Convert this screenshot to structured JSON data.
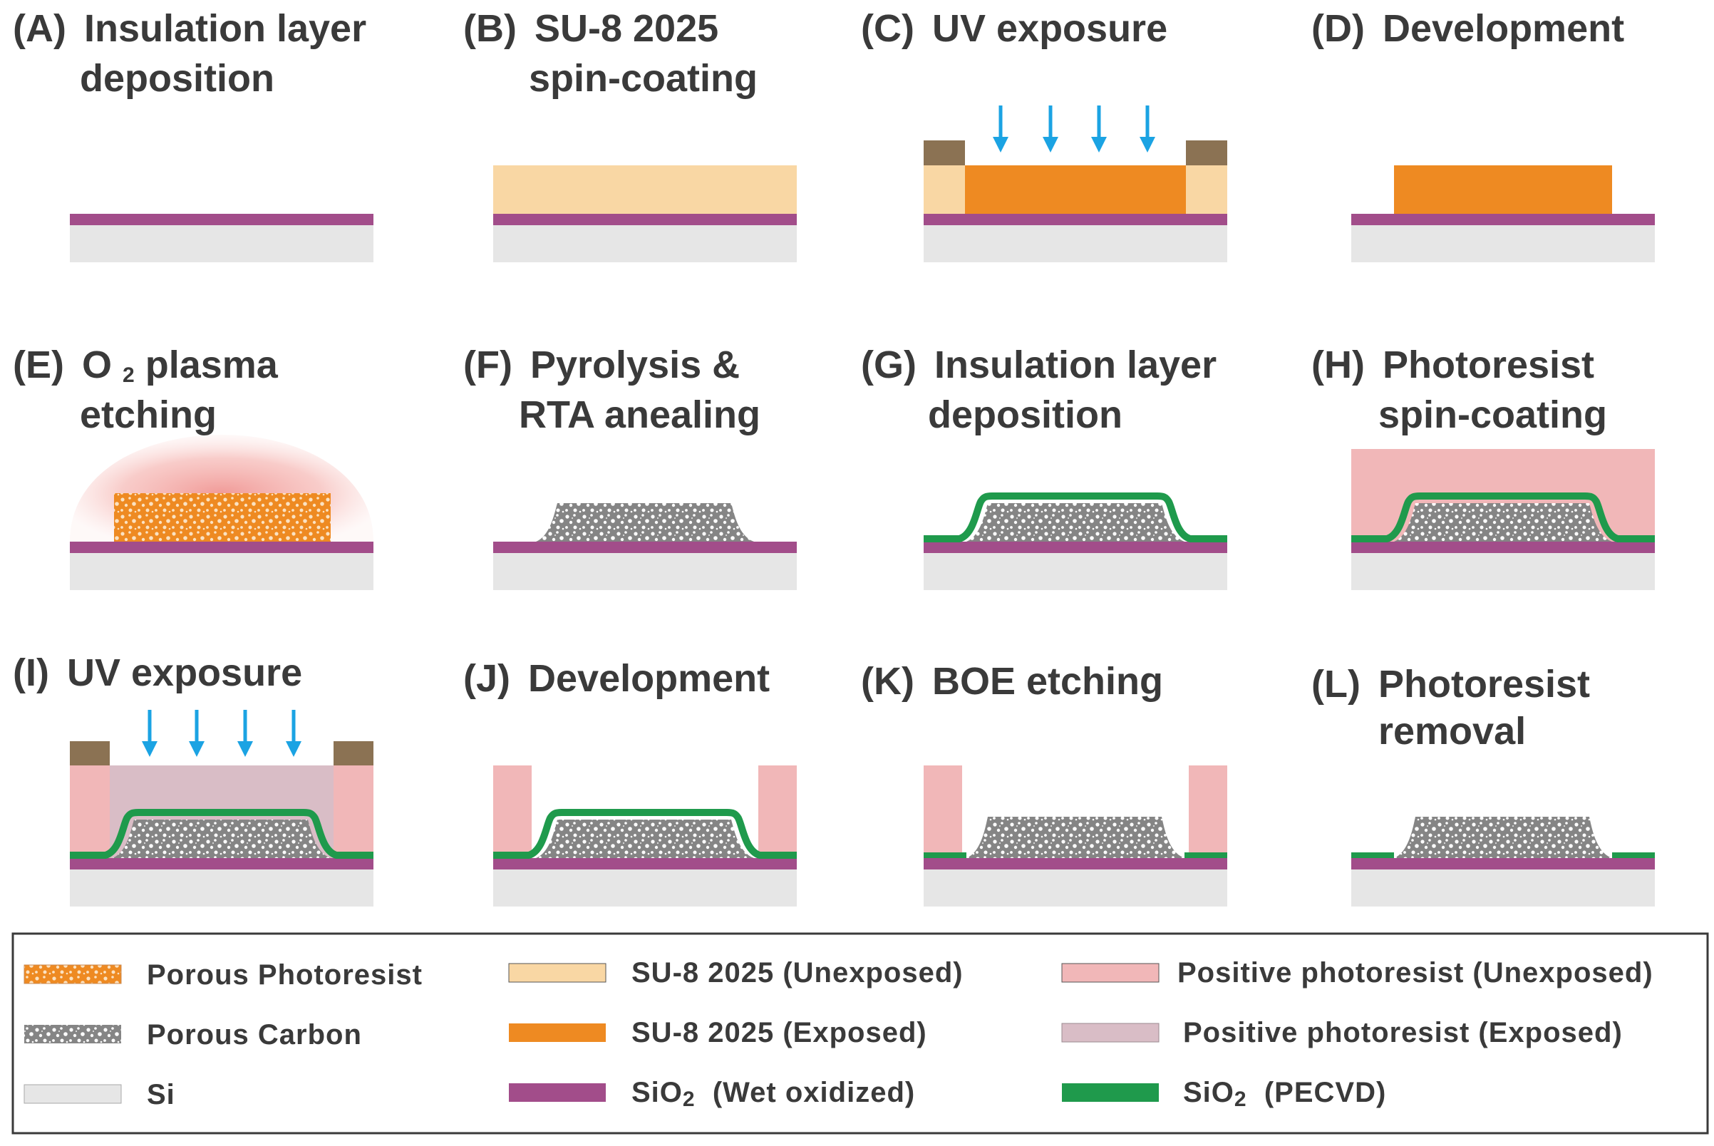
{
  "steps": [
    {
      "letter": "(A)",
      "line1": "Insulation layer",
      "line2": "deposition"
    },
    {
      "letter": "(B)",
      "line1": "SU-8 2025",
      "line2": "spin-coating"
    },
    {
      "letter": "(C)",
      "line1": "UV exposure",
      "line2": ""
    },
    {
      "letter": "(D)",
      "line1": "Development",
      "line2": ""
    },
    {
      "letter": "(E)",
      "line1_pre": "O",
      "line1_sub": "2",
      "line1_post": " plasma",
      "line2": "etching"
    },
    {
      "letter": "(F)",
      "line1": "Pyrolysis &",
      "line2": "RTA  anealing"
    },
    {
      "letter": "(G)",
      "line1": "Insulation layer",
      "line2": "deposition"
    },
    {
      "letter": "(H)",
      "line1": "Photoresist",
      "line2": "spin-coating"
    },
    {
      "letter": "(I)",
      "line1": "UV exposure",
      "line2": ""
    },
    {
      "letter": "(J)",
      "line1": "Development",
      "line2": ""
    },
    {
      "letter": "(K)",
      "line1": "BOE etching",
      "line2": ""
    },
    {
      "letter": "(L)",
      "line1": "Photoresist",
      "line2": "removal"
    }
  ],
  "legend": {
    "porous_photoresist": "Porous Photoresist",
    "porous_carbon": "Porous Carbon",
    "si": "Si",
    "su8_unexposed": "SU-8 2025 (Unexposed)",
    "su8_exposed": "SU-8 2025 (Exposed)",
    "sio2_wet_pre": "SiO",
    "sio2_wet_sub": "2",
    "sio2_wet_post": "  (Wet oxidized)",
    "pos_unexposed": "Positive photoresist (Unexposed)",
    "pos_exposed": "Positive photoresist (Exposed)",
    "sio2_pecvd_pre": "SiO",
    "sio2_pecvd_sub": "2",
    "sio2_pecvd_post": "  (PECVD)"
  },
  "colors": {
    "si": "#e6e6e6",
    "sio2_wet": "#a24d8a",
    "sio2_pecvd": "#1f9a4c",
    "su8_unexposed": "#f9d7a4",
    "su8_exposed": "#ee8a22",
    "porous_carbon": "#858585",
    "positive_unexposed": "#f1b7b8",
    "positive_exposed": "#d9bdc6",
    "mask": "#8b7253",
    "uv_arrow": "#1ba3e3",
    "plasma_glow": "#ef8f8c",
    "text": "#3a3a3a"
  }
}
